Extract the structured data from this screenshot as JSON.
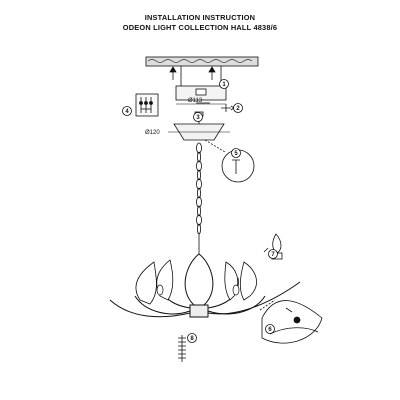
{
  "header": {
    "line1": "INSTALLATION  INSTRUCTION",
    "line2": "ODEON  LIGHT COLLECTION HALL  4838/6"
  },
  "dimensions": {
    "canopy_hole": "Ø113",
    "canopy_diameter": "Ø120"
  },
  "steps": [
    "1",
    "2",
    "3",
    "4",
    "5",
    "6",
    "7",
    "8"
  ],
  "colors": {
    "ink": "#111111",
    "paper": "#ffffff",
    "grey": "#888888"
  }
}
